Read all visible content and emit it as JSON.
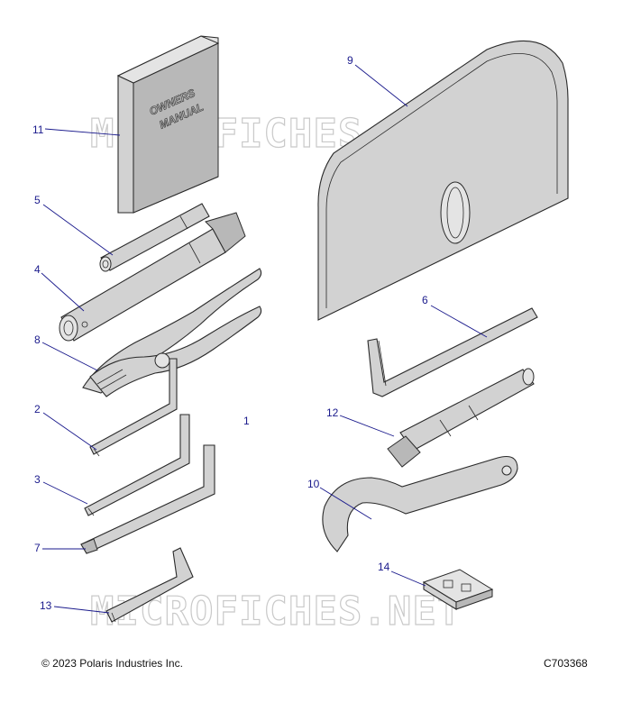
{
  "book": {
    "line1": "OWNERS",
    "line2": "MANUAL"
  },
  "watermark": "MICROFICHES.NET",
  "callouts": {
    "c1": "1",
    "c2": "2",
    "c3": "3",
    "c4": "4",
    "c5": "5",
    "c6": "6",
    "c7": "7",
    "c8": "8",
    "c9": "9",
    "c10": "10",
    "c11": "11",
    "c12": "12",
    "c13": "13",
    "c14": "14"
  },
  "footer": {
    "copyright": "© 2023 Polaris Industries Inc.",
    "code": "C703368"
  }
}
